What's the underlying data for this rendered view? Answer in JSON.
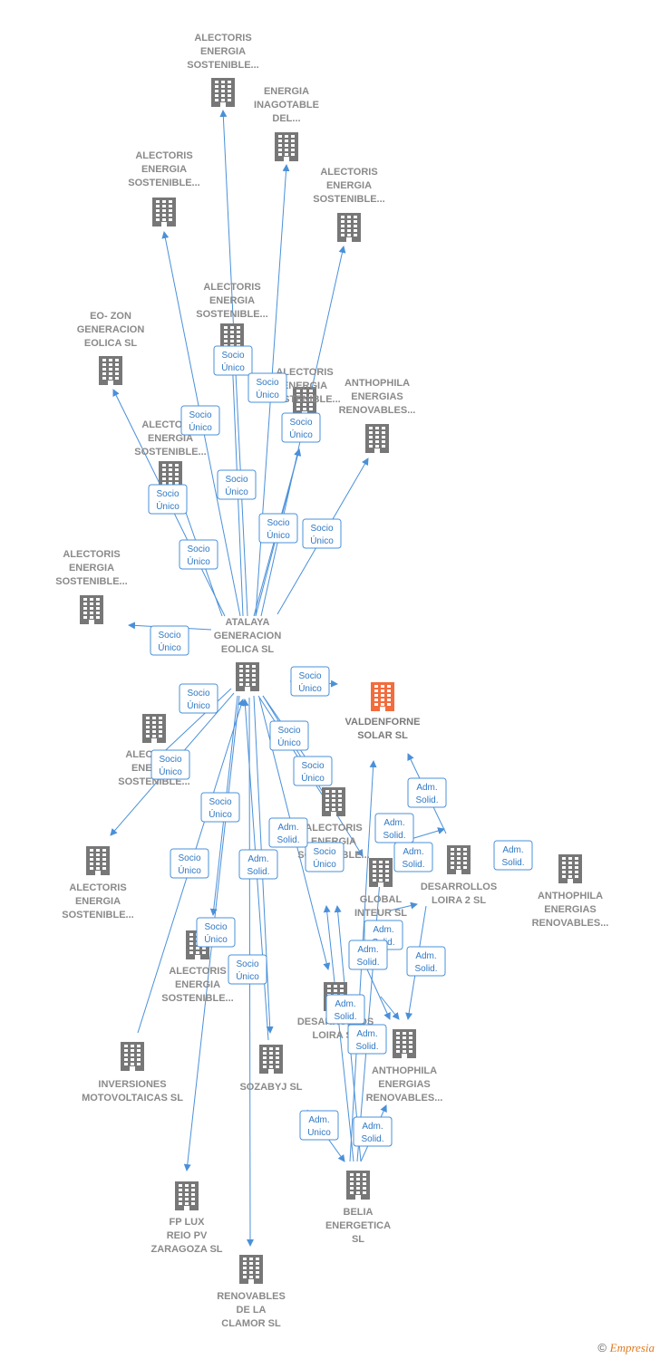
{
  "nodes": [
    {
      "id": "aes1",
      "lines": [
        "ALECTORIS",
        "ENERGIA",
        "SOSTENIBLE..."
      ],
      "color": "#777777",
      "focus": false
    },
    {
      "id": "eid",
      "lines": [
        "ENERGIA",
        "INAGOTABLE",
        "DEL..."
      ],
      "color": "#777777",
      "focus": false
    },
    {
      "id": "aes2",
      "lines": [
        "ALECTORIS",
        "ENERGIA",
        "SOSTENIBLE..."
      ],
      "color": "#777777",
      "focus": false
    },
    {
      "id": "aes3",
      "lines": [
        "ALECTORIS",
        "ENERGIA",
        "SOSTENIBLE..."
      ],
      "color": "#777777",
      "focus": false
    },
    {
      "id": "aes4",
      "lines": [
        "ALECTORIS",
        "ENERGIA",
        "SOSTENIBLE..."
      ],
      "color": "#777777",
      "focus": false
    },
    {
      "id": "eozon",
      "lines": [
        "EO- ZON",
        "GENERACION",
        "EOLICA  SL"
      ],
      "color": "#777777",
      "focus": false
    },
    {
      "id": "aes5",
      "lines": [
        "ALECTORIS",
        "ENERGIA",
        "SOSTENIBLE..."
      ],
      "color": "#777777",
      "focus": false
    },
    {
      "id": "anth1",
      "lines": [
        "ANTHOPHILA",
        "ENERGIAS",
        "RENOVABLES..."
      ],
      "color": "#777777",
      "focus": false
    },
    {
      "id": "aes6",
      "lines": [
        "ALECTORIS",
        "ENERGIA",
        "SOSTENIBLE..."
      ],
      "color": "#777777",
      "focus": false
    },
    {
      "id": "aes7",
      "lines": [
        "ALECTORIS",
        "ENERGIA",
        "SOSTENIBLE..."
      ],
      "color": "#777777",
      "focus": false
    },
    {
      "id": "atalaya",
      "lines": [
        "ATALAYA",
        "GENERACION",
        "EOLICA  SL"
      ],
      "color": "#777777",
      "focus": false
    },
    {
      "id": "valden",
      "lines": [
        "VALDENFORNE",
        "SOLAR  SL"
      ],
      "color": "#f26c3d",
      "focus": true
    },
    {
      "id": "aes8",
      "lines": [
        "ALECTORIS",
        "ENERGIA",
        "SOSTENIBLE..."
      ],
      "color": "#777777",
      "focus": false
    },
    {
      "id": "aes9",
      "lines": [
        "ALECTORIS",
        "ENERGIA",
        "SOSTENIBLE..."
      ],
      "color": "#777777",
      "focus": false
    },
    {
      "id": "aes10",
      "lines": [
        "ALECTORIS",
        "ENERGIA",
        "SOSTENIBLE..."
      ],
      "color": "#777777",
      "focus": false
    },
    {
      "id": "global",
      "lines": [
        "GLOBAL",
        "INTEUR  SL"
      ],
      "color": "#777777",
      "focus": false
    },
    {
      "id": "dl2",
      "lines": [
        "DESARROLLOS",
        "LOIRA 2  SL"
      ],
      "color": "#777777",
      "focus": false
    },
    {
      "id": "anth2",
      "lines": [
        "ANTHOPHILA",
        "ENERGIAS",
        "RENOVABLES..."
      ],
      "color": "#777777",
      "focus": false
    },
    {
      "id": "aes11",
      "lines": [
        "ALECTORIS",
        "ENERGIA",
        "SOSTENIBLE..."
      ],
      "color": "#777777",
      "focus": false
    },
    {
      "id": "dl",
      "lines": [
        "DESARROLLOS",
        "LOIRA SL"
      ],
      "color": "#777777",
      "focus": false
    },
    {
      "id": "anth3",
      "lines": [
        "ANTHOPHILA",
        "ENERGIAS",
        "RENOVABLES..."
      ],
      "color": "#777777",
      "focus": false
    },
    {
      "id": "inv",
      "lines": [
        "INVERSIONES",
        "MOTOVOLTAICAS SL"
      ],
      "color": "#777777",
      "focus": false
    },
    {
      "id": "sozabyj",
      "lines": [
        "SOZABYJ SL"
      ],
      "color": "#777777",
      "focus": false
    },
    {
      "id": "fplux",
      "lines": [
        "FP LUX",
        "REIO PV",
        "ZARAGOZA  SL"
      ],
      "color": "#777777",
      "focus": false
    },
    {
      "id": "belia",
      "lines": [
        "BELIA",
        "ENERGETICA",
        "SL"
      ],
      "color": "#777777",
      "focus": false
    },
    {
      "id": "renov",
      "lines": [
        "RENOVABLES",
        "DE LA",
        "CLAMOR  SL"
      ],
      "color": "#777777",
      "focus": false
    }
  ],
  "badges": [
    {
      "id": "b1",
      "lines": [
        "Socio",
        "Único"
      ]
    },
    {
      "id": "b2",
      "lines": [
        "Socio",
        "Único"
      ]
    },
    {
      "id": "b3",
      "lines": [
        "Socio",
        "Único"
      ]
    },
    {
      "id": "b4",
      "lines": [
        "Socio",
        "Único"
      ]
    },
    {
      "id": "b5",
      "lines": [
        "Socio",
        "Único"
      ]
    },
    {
      "id": "b6",
      "lines": [
        "Socio",
        "Único"
      ]
    },
    {
      "id": "b7",
      "lines": [
        "Socio",
        "Único"
      ]
    },
    {
      "id": "b8",
      "lines": [
        "Socio",
        "Único"
      ]
    },
    {
      "id": "b9",
      "lines": [
        "Socio",
        "Único"
      ]
    },
    {
      "id": "b10",
      "lines": [
        "Socio",
        "Único"
      ]
    },
    {
      "id": "b11",
      "lines": [
        "Socio",
        "Único"
      ]
    },
    {
      "id": "b12",
      "lines": [
        "Socio",
        "Único"
      ]
    },
    {
      "id": "b13",
      "lines": [
        "Socio",
        "Único"
      ]
    },
    {
      "id": "b14",
      "lines": [
        "Socio",
        "Único"
      ]
    },
    {
      "id": "b15",
      "lines": [
        "Socio",
        "Único"
      ]
    },
    {
      "id": "b16",
      "lines": [
        "Socio",
        "Único"
      ]
    },
    {
      "id": "b17",
      "lines": [
        "Socio",
        "Único"
      ]
    },
    {
      "id": "b18",
      "lines": [
        "Socio",
        "Único"
      ]
    },
    {
      "id": "b19",
      "lines": [
        "Socio",
        "Único"
      ]
    },
    {
      "id": "b20",
      "lines": [
        "Socio",
        "Único"
      ]
    },
    {
      "id": "b21",
      "lines": [
        "Adm.",
        "Solid."
      ]
    },
    {
      "id": "b22",
      "lines": [
        "Adm.",
        "Solid."
      ]
    },
    {
      "id": "b23",
      "lines": [
        "Adm.",
        "Solid."
      ]
    },
    {
      "id": "b24",
      "lines": [
        "Adm.",
        "Solid."
      ]
    },
    {
      "id": "b25",
      "lines": [
        "Adm.",
        "Solid."
      ]
    },
    {
      "id": "b26",
      "lines": [
        "Adm.",
        "Solid."
      ]
    },
    {
      "id": "b27",
      "lines": [
        "Adm.",
        "Solid."
      ]
    },
    {
      "id": "b28",
      "lines": [
        "Adm.",
        "Solid."
      ]
    },
    {
      "id": "b29",
      "lines": [
        "Adm.",
        "Solid."
      ]
    },
    {
      "id": "b30",
      "lines": [
        "Adm.",
        "Solid."
      ]
    },
    {
      "id": "b31",
      "lines": [
        "Adm.",
        "Solid."
      ]
    },
    {
      "id": "b32",
      "lines": [
        "Adm.",
        "Solid."
      ]
    },
    {
      "id": "b33",
      "lines": [
        "Adm.",
        "Unico"
      ]
    },
    {
      "id": "b34",
      "lines": [
        "Adm.",
        "Solid."
      ]
    }
  ],
  "footer": {
    "copyright": "©",
    "brand": "Empresia"
  },
  "colors": {
    "edge": "#4a90d9",
    "node": "#777777",
    "focus": "#f26c3d"
  }
}
